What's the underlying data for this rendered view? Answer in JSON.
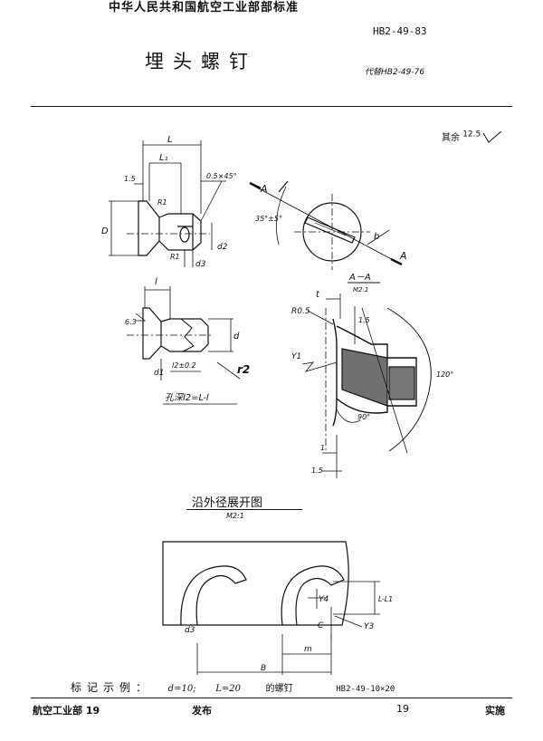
{
  "header": {
    "ministry": "中华人民共和国航空工业部部标准",
    "standard_no": "HB2-49-83",
    "title": "埋头螺钉",
    "replaces": "代替HB2-49-76"
  },
  "roughness": {
    "prefix": "其余",
    "value": "12.5"
  },
  "main_view": {
    "L": "L",
    "L1": "L₁",
    "dim_15": "1.5",
    "chamfer": "0.5×45°",
    "R1": "R1",
    "R1b": "R1",
    "D": "D",
    "d2": "d2",
    "d3": "d3"
  },
  "section_view": {
    "angle": "35°±5°",
    "b": "b",
    "A1": "A",
    "A2": "A"
  },
  "lower_view": {
    "l": "l",
    "dim_63": "6.3",
    "d": "d",
    "d1": "d1",
    "l2": "l2±0.2",
    "r2": "r2",
    "hole_depth": "孔深l2=L-l"
  },
  "detail_AA": {
    "title": "A－A",
    "scale": "M2:1",
    "t": "t",
    "R05": "R0.5",
    "dim15a": "1.5",
    "Y1": "Y1",
    "angle90": "90°",
    "angle120": "120°",
    "dim1": "1",
    "dim15b": "1.5"
  },
  "development": {
    "title": "沿外径展开图",
    "scale": "M2:1",
    "d3": "d3",
    "Y4": "Y4",
    "LL1": "L-L1",
    "C": "C",
    "Y3": "Y3",
    "m": "m",
    "B": "B"
  },
  "example": {
    "label": "标记示例：",
    "d_val": "d=10;",
    "L_val": "L=20",
    "desc": "的螺钉",
    "marking": "HB2-49-10×20"
  },
  "footer": {
    "issuer": "航空工业部 19",
    "publish": "发布",
    "year": "19",
    "implement": "实施"
  }
}
